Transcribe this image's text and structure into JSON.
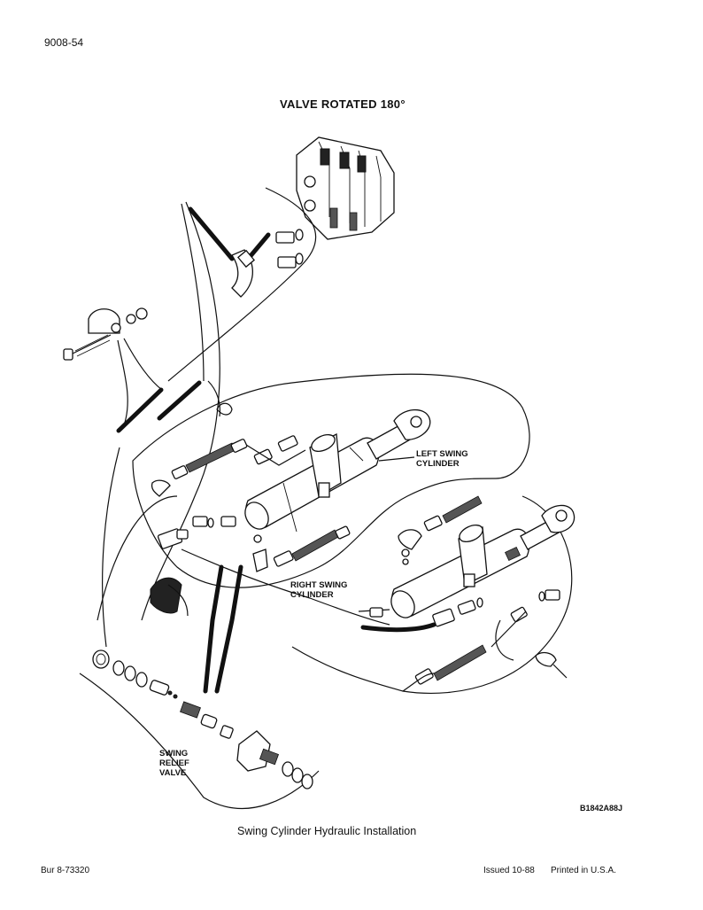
{
  "header": {
    "doc_id": "9008-54",
    "title": "VALVE ROTATED 180°"
  },
  "callouts": {
    "left_swing_cylinder": [
      "LEFT SWING",
      "CYLINDER"
    ],
    "right_swing_cylinder": [
      "RIGHT SWING",
      "CYLINDER"
    ],
    "swing_relief_valve": [
      "SWING",
      "RELIEF",
      "VALVE"
    ]
  },
  "figure": {
    "drawing_number": "B1842A88J",
    "caption": "Swing Cylinder Hydraulic Installation"
  },
  "footer": {
    "form_number": "Bur 8-73320",
    "issued": "Issued 10-88",
    "printed": "Printed in U.S.A."
  }
}
